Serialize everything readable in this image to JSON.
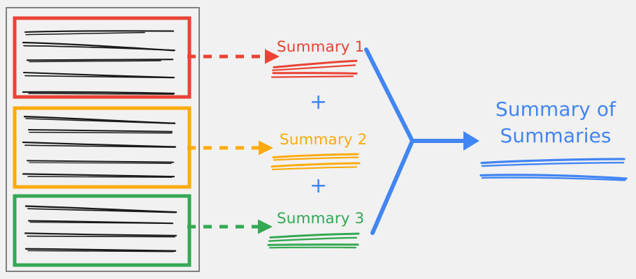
{
  "diagram": {
    "title": "Summary of Summaries",
    "background_color": "#f1f1f1",
    "source_panel": {
      "name": "document-stack",
      "border_color": "#808080",
      "documents": [
        {
          "id": "doc-1",
          "color": "#EA4335",
          "color_name": "red",
          "line_count": 5
        },
        {
          "id": "doc-2",
          "color": "#FBAB0B",
          "color_name": "orange",
          "line_count": 5
        },
        {
          "id": "doc-3",
          "color": "#34A853",
          "color_name": "green",
          "line_count": 4
        }
      ]
    },
    "summaries": [
      {
        "id": "summary-1",
        "label": "Summary 1",
        "color": "#EA4335",
        "arrow": "dashed-arrow-red",
        "line_count": 2
      },
      {
        "id": "summary-2",
        "label": "Summary 2",
        "color": "#FBAB0B",
        "arrow": "dashed-arrow-orange",
        "line_count": 2
      },
      {
        "id": "summary-3",
        "label": "Summary 3",
        "color": "#34A853",
        "arrow": "dashed-arrow-green",
        "line_count": 2
      }
    ],
    "operators": [
      {
        "id": "plus-1",
        "symbol": "+",
        "color": "#4285F4"
      },
      {
        "id": "plus-2",
        "symbol": "+",
        "color": "#4285F4"
      }
    ],
    "merge_connector": {
      "name": "merge-y-connector",
      "color": "#4285F4",
      "style": "solid",
      "arrowhead": true
    },
    "final_output": {
      "id": "summary-of-summaries",
      "label": "Summary of Summaries",
      "color": "#4285F4",
      "line_count": 2
    }
  },
  "colors": {
    "red": "#EA4335",
    "orange": "#FBAB0B",
    "green": "#34A853",
    "blue": "#4285F4",
    "gray": "#808080",
    "ink": "#1a1a1a",
    "background": "#f1f1f1"
  }
}
